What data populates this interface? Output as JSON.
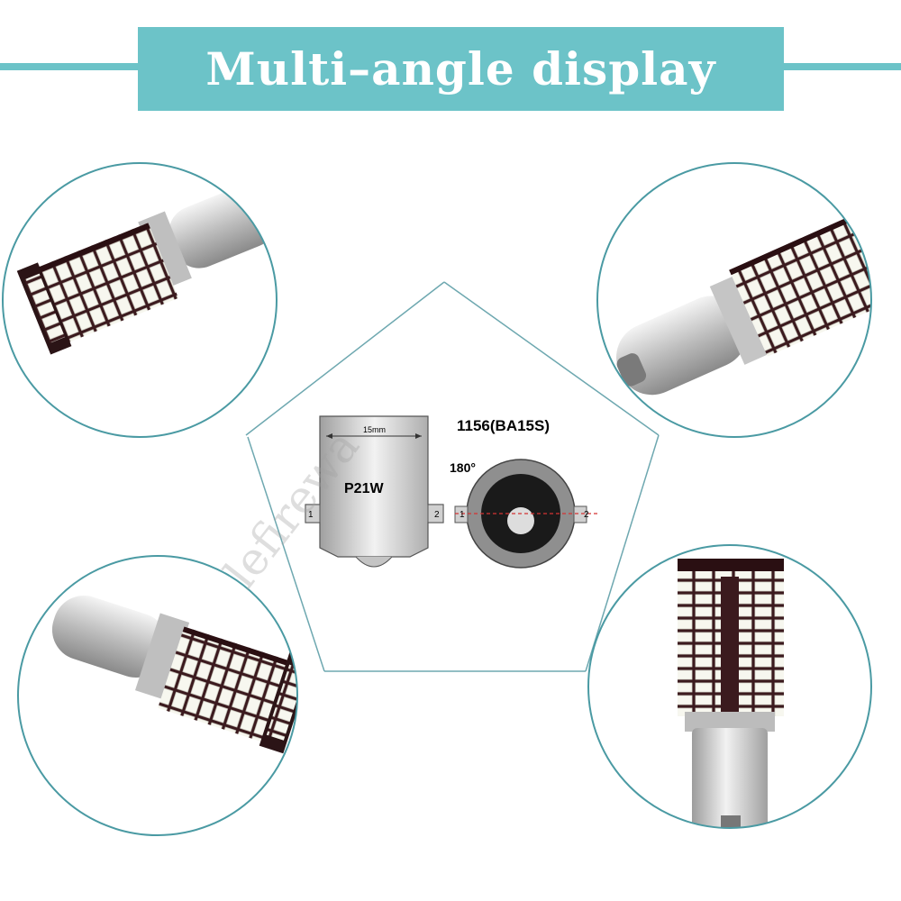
{
  "header": {
    "title": "Multi–angle display"
  },
  "diagram": {
    "model": "1156(BA15S)",
    "angle": "180°",
    "bulb_type": "P21W",
    "dimension": "15mm",
    "pin_1": "1",
    "pin_2": "2"
  },
  "watermark": {
    "text": "lefirewa"
  },
  "icons": {
    "top_left": "led-bulb-photo-icon",
    "top_right": "led-bulb-photo-icon",
    "bottom_left": "led-bulb-photo-icon",
    "bottom_right": "led-bulb-photo-icon"
  },
  "colors": {
    "accent": "#6cc3c8",
    "outline": "#4a9aa3",
    "pcb": "#3b1a1e",
    "metal": "#c9c9c9"
  }
}
